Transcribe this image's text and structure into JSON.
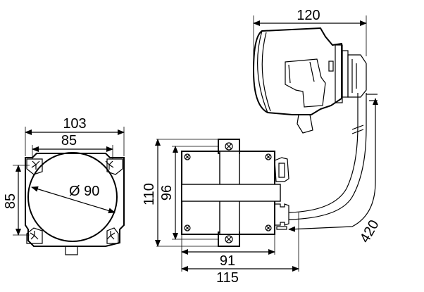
{
  "dimensions": {
    "front_width_outer": "103",
    "front_width_inner": "85",
    "front_height": "85",
    "lens_diameter": "Ø 90",
    "side_depth": "120",
    "ballast_height_outer": "110",
    "ballast_height_inner": "96",
    "ballast_width_inner": "91",
    "ballast_width_outer": "115",
    "cable_length": "420"
  }
}
